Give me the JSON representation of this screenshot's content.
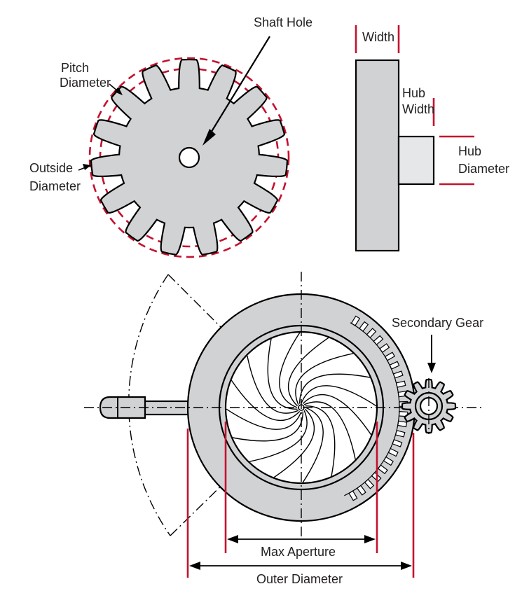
{
  "labels": {
    "shaft_hole": "Shaft Hole",
    "pitch": "Pitch",
    "diameter": "Diameter",
    "outside": "Outside",
    "width": "Width",
    "hub": "Hub",
    "max_aperture": "Max Aperture",
    "outer_diameter": "Outer Diameter",
    "secondary_gear": "Secondary Gear"
  },
  "colors": {
    "dimension_red": "#c4122f",
    "part_gray": "#d1d2d4",
    "hub_light_gray": "#e6e7e8",
    "line_black": "#000000"
  }
}
